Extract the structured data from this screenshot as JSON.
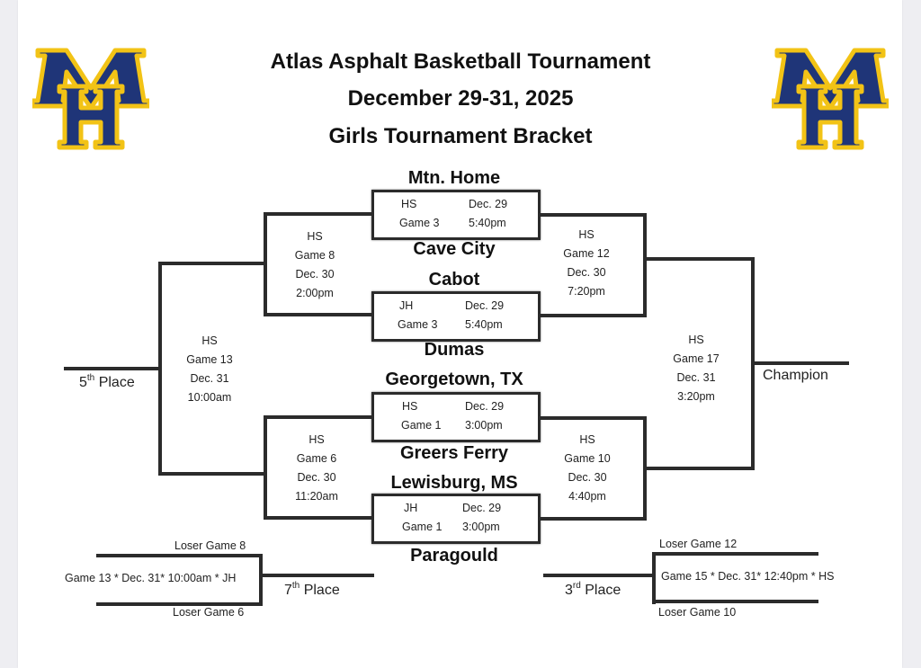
{
  "header": {
    "title": "Atlas Asphalt Basketball Tournament",
    "dates": "December 29-31, 2025",
    "subtitle": "Girls Tournament Bracket"
  },
  "logo": {
    "text": "MH",
    "primary_color": "#1f3578",
    "outline_color": "#f2c316"
  },
  "teams": [
    "Mtn. Home",
    "Cave City",
    "Cabot",
    "Dumas",
    "Georgetown, TX",
    "Greers Ferry",
    "Lewisburg, MS",
    "Paragould"
  ],
  "round1": [
    {
      "level": "HS",
      "game": "Game 3",
      "date": "Dec. 29",
      "time": "5:40pm"
    },
    {
      "level": "JH",
      "game": "Game 3",
      "date": "Dec. 29",
      "time": "5:40pm"
    },
    {
      "level": "HS",
      "game": "Game 1",
      "date": "Dec. 29",
      "time": "3:00pm"
    },
    {
      "level": "JH",
      "game": "Game 1",
      "date": "Dec. 29",
      "time": "3:00pm"
    }
  ],
  "semis_left": [
    {
      "level": "HS",
      "game": "Game 8",
      "date": "Dec. 30",
      "time": "2:00pm"
    },
    {
      "level": "HS",
      "game": "Game 6",
      "date": "Dec. 30",
      "time": "11:20am"
    }
  ],
  "semis_right": [
    {
      "level": "HS",
      "game": "Game 12",
      "date": "Dec. 30",
      "time": "7:20pm"
    },
    {
      "level": "HS",
      "game": "Game 10",
      "date": "Dec. 30",
      "time": "4:40pm"
    }
  ],
  "fifth_place_game": {
    "level": "HS",
    "game": "Game 13",
    "date": "Dec. 31",
    "time": "10:00am"
  },
  "final_game": {
    "level": "HS",
    "game": "Game 17",
    "date": "Dec. 31",
    "time": "3:20pm"
  },
  "labels": {
    "fifth_num": "5",
    "fifth_sup": "th",
    "fifth_text": " Place",
    "champion": "Champion",
    "seventh_num": "7",
    "seventh_sup": "th",
    "seventh_text": " Place",
    "third_num": "3",
    "third_sup": "rd",
    "third_text": " Place"
  },
  "seventh_bracket": {
    "top": "Loser Game 8",
    "info": "Game 13 * Dec. 31* 10:00am * JH",
    "bottom": "Loser Game 6"
  },
  "third_bracket": {
    "top": "Loser Game 12",
    "info": "Game 15 * Dec. 31* 12:40pm * HS",
    "bottom": "Loser Game 10"
  }
}
